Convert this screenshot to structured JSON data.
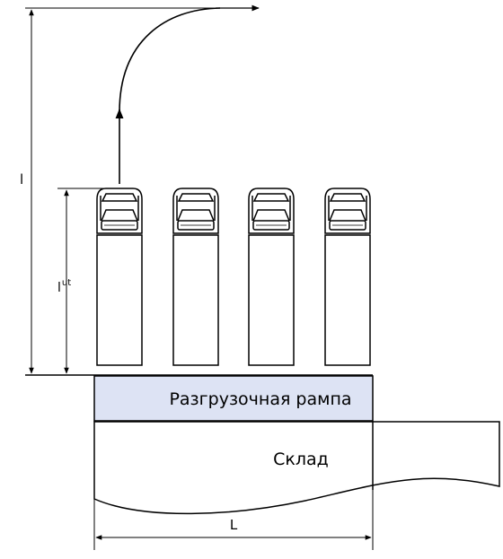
{
  "labels": {
    "total_length": "l",
    "truck_length": "l",
    "truck_length_sup": "ut",
    "ramp_width": "L",
    "ramp": "Разгрузочная рампа",
    "warehouse": "Склад"
  },
  "trucks": {
    "count": 4
  },
  "colors": {
    "ramp_fill": "#dde3f4",
    "line": "#000000"
  }
}
